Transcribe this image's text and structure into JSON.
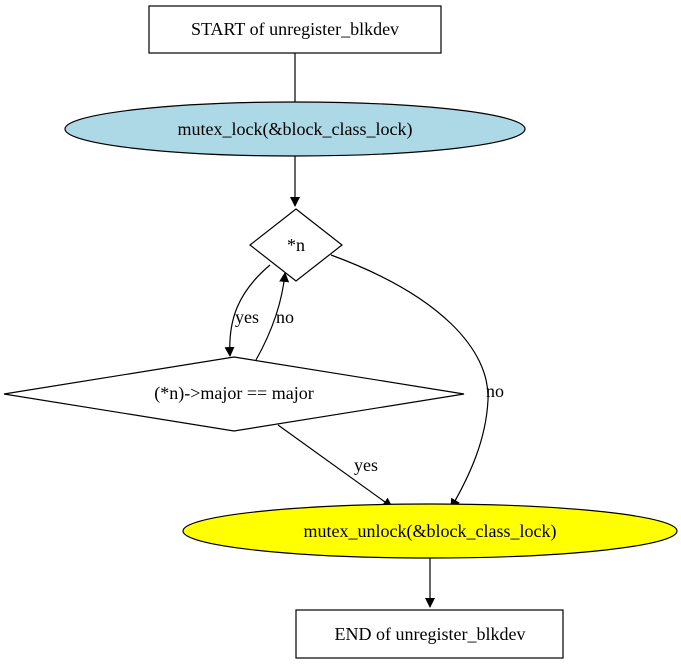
{
  "nodes": {
    "start": {
      "label": "START of unregister_blkdev"
    },
    "mutex_lock": {
      "label": "mutex_lock(&block_class_lock)",
      "fill": "#add8e6"
    },
    "cond_n": {
      "label": "*n"
    },
    "cond_major": {
      "label": "(*n)->major == major"
    },
    "mutex_unlock": {
      "label": "mutex_unlock(&block_class_lock)",
      "fill": "#ffff00"
    },
    "end": {
      "label": "END of unregister_blkdev"
    }
  },
  "edges": {
    "n_yes": {
      "label": "yes"
    },
    "major_no": {
      "label": "no"
    },
    "n_no": {
      "label": "no"
    },
    "major_yes": {
      "label": "yes"
    }
  }
}
